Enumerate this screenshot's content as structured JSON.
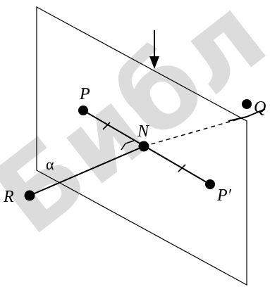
{
  "watermark": {
    "text": "Библ",
    "color": "#dcdcdc"
  },
  "colors": {
    "ink": "#000000",
    "paper": "#ffffff"
  },
  "labels": {
    "P": "P",
    "Q": "Q",
    "N": "N",
    "R": "R",
    "P_prime": "P′",
    "alpha": "α"
  }
}
